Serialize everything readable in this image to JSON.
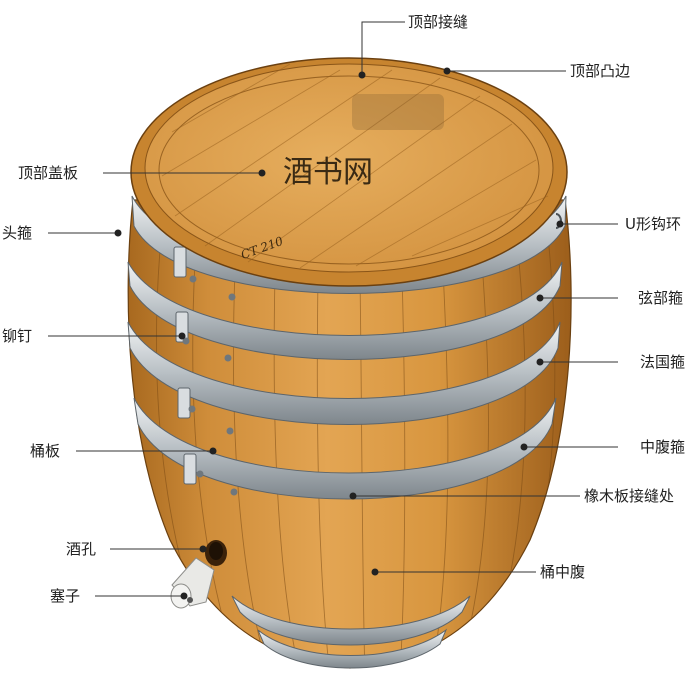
{
  "watermark": "酒书网",
  "lid_stamp": "CT 210",
  "colors": {
    "wood": "#d89a45",
    "wood_dark": "#a8691f",
    "hoop": "#9aa3aa",
    "hoop_light": "#e4e8eb",
    "text": "#222222"
  },
  "labels": {
    "top_seam": "顶部接缝",
    "top_chime": "顶部凸边",
    "head": "顶部盖板",
    "head_hoop": "头箍",
    "u_ring": "U形钩环",
    "quarter_hoop": "弦部箍",
    "rivet": "铆钉",
    "french_hoop": "法国箍",
    "stave": "桶板",
    "bilge_hoop": "中腹箍",
    "stave_joint": "橡木板接缝处",
    "bung_hole": "酒孔",
    "bilge": "桶中腹",
    "bung": "塞子"
  }
}
